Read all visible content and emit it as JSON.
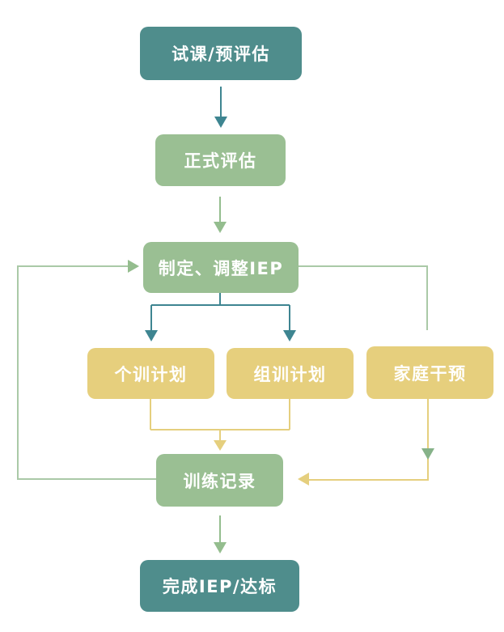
{
  "colors": {
    "teal_box": "#4F8D8C",
    "green_box": "#9ABF93",
    "yellow_box": "#E6CF7D",
    "teal_arrow": "#3E8591",
    "green_arrow": "#94BD8E",
    "sage_line": "#AAC9A7",
    "yellow_line": "#E5CF7E",
    "green_arrowhead": "#86B289",
    "text": "#FFFFFF"
  },
  "nodes": {
    "trial": {
      "label": "试课/预评估"
    },
    "formal": {
      "label": "正式评估"
    },
    "iep": {
      "label": "制定、调整IEP"
    },
    "individual": {
      "label": "个训计划"
    },
    "group": {
      "label": "组训计划"
    },
    "family": {
      "label": "家庭干预"
    },
    "record": {
      "label": "训练记录"
    },
    "complete": {
      "label": "完成IEP/达标"
    }
  }
}
